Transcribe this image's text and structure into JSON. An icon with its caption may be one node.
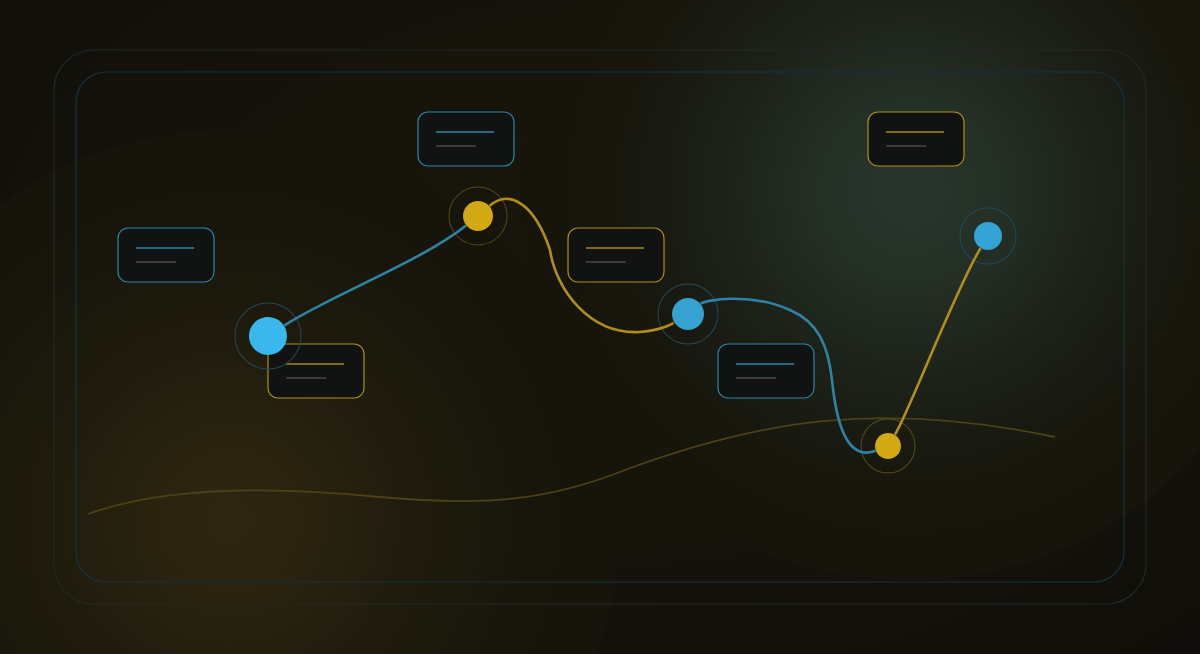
{
  "diagram": {
    "nodes": [
      {
        "text": [],
        "shape": "circle"
      },
      {
        "text": [],
        "shape": "circle"
      },
      {
        "text": [],
        "shape": "circle"
      },
      {
        "text": [],
        "shape": "circle"
      },
      {
        "text": [],
        "shape": "circle"
      },
      {
        "text": [],
        "shape": "box"
      },
      {
        "text": [],
        "shape": "box"
      },
      {
        "text": [],
        "shape": "box"
      },
      {
        "text": [],
        "shape": "box"
      },
      {
        "text": [],
        "shape": "box"
      },
      {
        "text": [],
        "shape": "box"
      }
    ],
    "edges": [
      {
        "from": 0,
        "to": 1,
        "arrow": "none",
        "color": "#2e82a4"
      },
      {
        "from": 1,
        "to": 2,
        "arrow": "none",
        "color": "#b08e1c"
      },
      {
        "from": 2,
        "to": 3,
        "arrow": "none",
        "color": "#2e82a4"
      },
      {
        "from": 3,
        "to": 4,
        "arrow": "none",
        "color": "#b08e1c"
      }
    ]
  }
}
